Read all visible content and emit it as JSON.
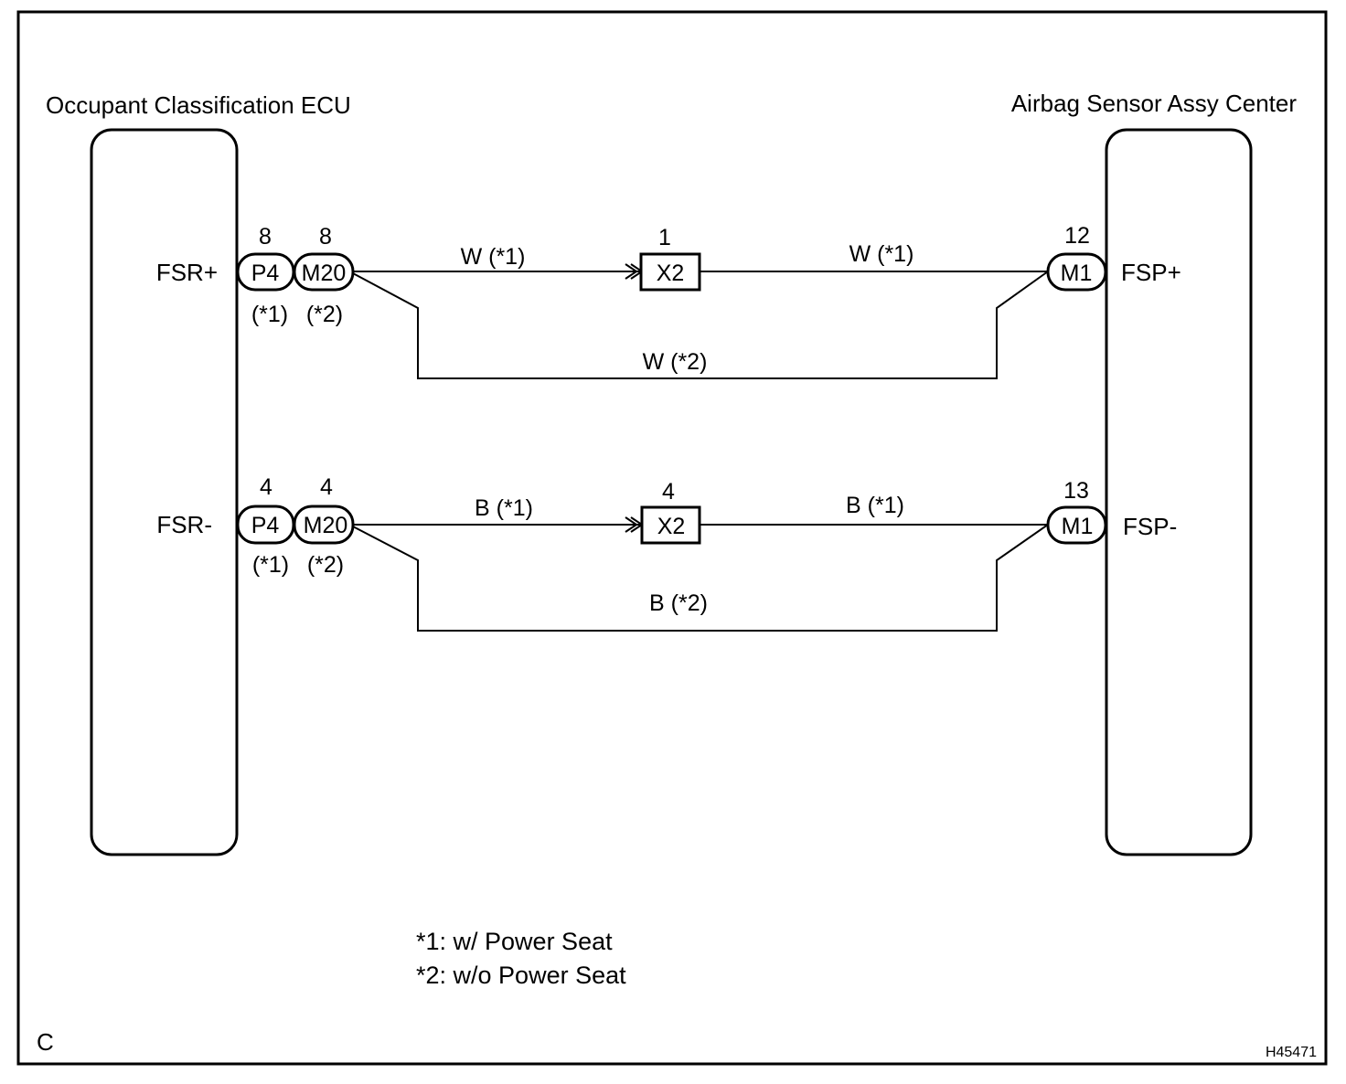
{
  "ecu": {
    "title": "Occupant Classification ECU",
    "term_pos": "FSR+",
    "term_neg": "FSR-"
  },
  "sensor": {
    "title": "Airbag Sensor Assy Center",
    "term_pos": "FSP+",
    "term_neg": "FSP-"
  },
  "circuit_pos": {
    "p4": {
      "name": "P4",
      "pin": "8",
      "note": "(*1)"
    },
    "m20": {
      "name": "M20",
      "pin": "8",
      "note": "(*2)"
    },
    "x2": {
      "name": "X2",
      "pin": "1"
    },
    "m1": {
      "name": "M1",
      "pin": "12"
    },
    "wire_left": "W (*1)",
    "wire_right": "W (*1)",
    "wire_bypass": "W (*2)"
  },
  "circuit_neg": {
    "p4": {
      "name": "P4",
      "pin": "4",
      "note": "(*1)"
    },
    "m20": {
      "name": "M20",
      "pin": "4",
      "note": "(*2)"
    },
    "x2": {
      "name": "X2",
      "pin": "4"
    },
    "m1": {
      "name": "M1",
      "pin": "13"
    },
    "wire_left": "B (*1)",
    "wire_right": "B (*1)",
    "wire_bypass": "B (*2)"
  },
  "legend": {
    "line1": "*1: w/ Power Seat",
    "line2": "*2: w/o Power Seat"
  },
  "corner_label": "C",
  "figure_id": "H45471"
}
